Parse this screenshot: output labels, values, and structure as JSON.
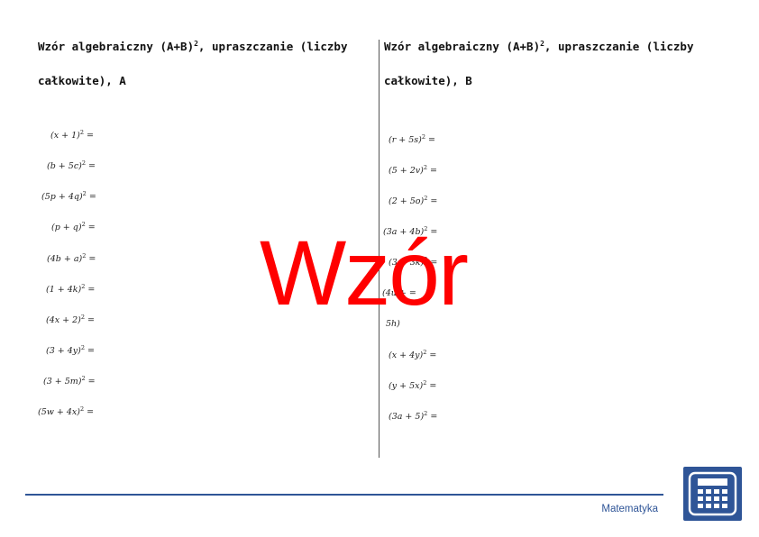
{
  "worksheet_a": {
    "title_pre": "Wzór algebraiczny (A+B)",
    "title_sup": "2",
    "title_post": ", upraszczanie (liczby całkowite), A",
    "exercises": [
      {
        "base": "(x + 1)",
        "exp": "2",
        "eq": " ="
      },
      {
        "base": "(b + 5c)",
        "exp": "2",
        "eq": " ="
      },
      {
        "base": "(5p + 4q)",
        "exp": "2",
        "eq": " ="
      },
      {
        "base": "(p + q)",
        "exp": "2",
        "eq": " ="
      },
      {
        "base": "(4b + a)",
        "exp": "2",
        "eq": " ="
      },
      {
        "base": "(1 + 4k)",
        "exp": "2",
        "eq": " ="
      },
      {
        "base": "(4x + 2)",
        "exp": "2",
        "eq": " ="
      },
      {
        "base": "(3 + 4y)",
        "exp": "2",
        "eq": " ="
      },
      {
        "base": "(3 + 5m)",
        "exp": "2",
        "eq": " ="
      },
      {
        "base": "(5w + 4x)",
        "exp": "2",
        "eq": " ="
      }
    ]
  },
  "worksheet_b": {
    "title_pre": "Wzór algebraiczny (A+B)",
    "title_sup": "2",
    "title_post": ", upraszczanie (liczby całkowite), B",
    "exercises": [
      {
        "base": "(r + 5s)",
        "exp": "2",
        "eq": " ="
      },
      {
        "base": "(5 + 2v)",
        "exp": "2",
        "eq": " ="
      },
      {
        "base": "(2 + 5o)",
        "exp": "2",
        "eq": " ="
      },
      {
        "base": "(3a + 4b)",
        "exp": "2",
        "eq": " ="
      },
      {
        "base": "(3 + 3k)",
        "exp": "2",
        "eq": " ="
      },
      {
        "base": "(4u + ",
        "exp": "",
        "eq": " ="
      },
      {
        "base": "5h)",
        "exp": "",
        "eq": ""
      },
      {
        "base": "(x + 4y)",
        "exp": "2",
        "eq": " ="
      },
      {
        "base": "(y + 5x)",
        "exp": "2",
        "eq": " ="
      },
      {
        "base": "(3a + 5)",
        "exp": "2",
        "eq": " ="
      }
    ]
  },
  "watermark": {
    "text": "Wzór",
    "color": "#ff0000"
  },
  "footer": {
    "label": "Matematyka",
    "accent_color": "#2f5597",
    "icon": "calculator-icon"
  }
}
